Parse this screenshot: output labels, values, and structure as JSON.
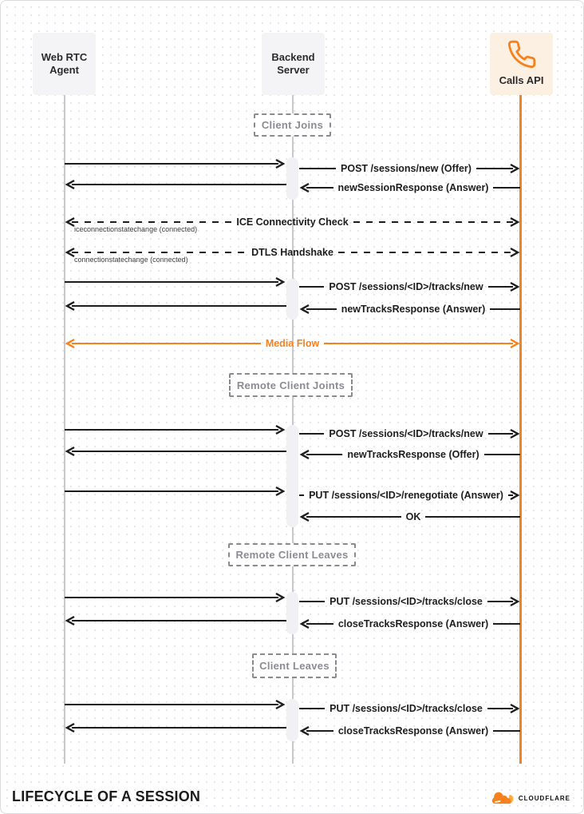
{
  "diagram_title": "LIFECYCLE OF A SESSION",
  "brand": {
    "name": "CLOUDFLARE"
  },
  "colors": {
    "accent_orange": "#F6821F",
    "ink": "#1D1D1F",
    "lifeline_gray": "#C9C9CC",
    "actor_bg": "#F4F4F6",
    "calls_api_bg": "#FBF0E1"
  },
  "actors": [
    {
      "label": "Web RTC Agent"
    },
    {
      "label": "Backend Server"
    },
    {
      "label": "Calls API",
      "icon": "phone-icon"
    }
  ],
  "phases": [
    {
      "label": "Client Joins"
    },
    {
      "label": "Remote Client Joints"
    },
    {
      "label": "Remote Client Leaves"
    },
    {
      "label": "Client Leaves"
    }
  ],
  "messages": [
    {
      "label": "POST /sessions/new (Offer)",
      "from": "Backend Server",
      "to": "Calls API",
      "style": "solid"
    },
    {
      "label": "newSessionResponse (Answer)",
      "from": "Calls API",
      "to": "Backend Server",
      "style": "solid"
    },
    {
      "label": "ICE Connectivity Check",
      "from": "Web RTC Agent",
      "to": "Calls API",
      "style": "dashed",
      "bidirectional": true,
      "note": "iceconnectionstatechange (connected)"
    },
    {
      "label": "DTLS Handshake",
      "from": "Web RTC Agent",
      "to": "Calls API",
      "style": "dashed",
      "bidirectional": true,
      "note": "connectionstatechange (connected)"
    },
    {
      "label": "POST /sessions/<ID>/tracks/new",
      "from": "Backend Server",
      "to": "Calls API",
      "style": "solid"
    },
    {
      "label": "newTracksResponse (Answer)",
      "from": "Calls API",
      "to": "Backend Server",
      "style": "solid"
    },
    {
      "label": "Media Flow",
      "from": "Web RTC Agent",
      "to": "Calls API",
      "style": "orange",
      "bidirectional": true
    },
    {
      "label": "POST /sessions/<ID>/tracks/new",
      "from": "Backend Server",
      "to": "Calls API",
      "style": "solid"
    },
    {
      "label": "newTracksResponse (Offer)",
      "from": "Calls API",
      "to": "Backend Server",
      "style": "solid"
    },
    {
      "label": "PUT /sessions/<ID>/renegotiate (Answer)",
      "from": "Backend Server",
      "to": "Calls API",
      "style": "solid"
    },
    {
      "label": "OK",
      "from": "Calls API",
      "to": "Backend Server",
      "style": "solid"
    },
    {
      "label": "PUT /sessions/<ID>/tracks/close",
      "from": "Backend Server",
      "to": "Calls API",
      "style": "solid"
    },
    {
      "label": "closeTracksResponse (Answer)",
      "from": "Calls API",
      "to": "Backend Server",
      "style": "solid"
    },
    {
      "label": "PUT /sessions/<ID>/tracks/close",
      "from": "Backend Server",
      "to": "Calls API",
      "style": "solid"
    },
    {
      "label": "closeTracksResponse (Answer)",
      "from": "Calls API",
      "to": "Backend Server",
      "style": "solid"
    }
  ]
}
